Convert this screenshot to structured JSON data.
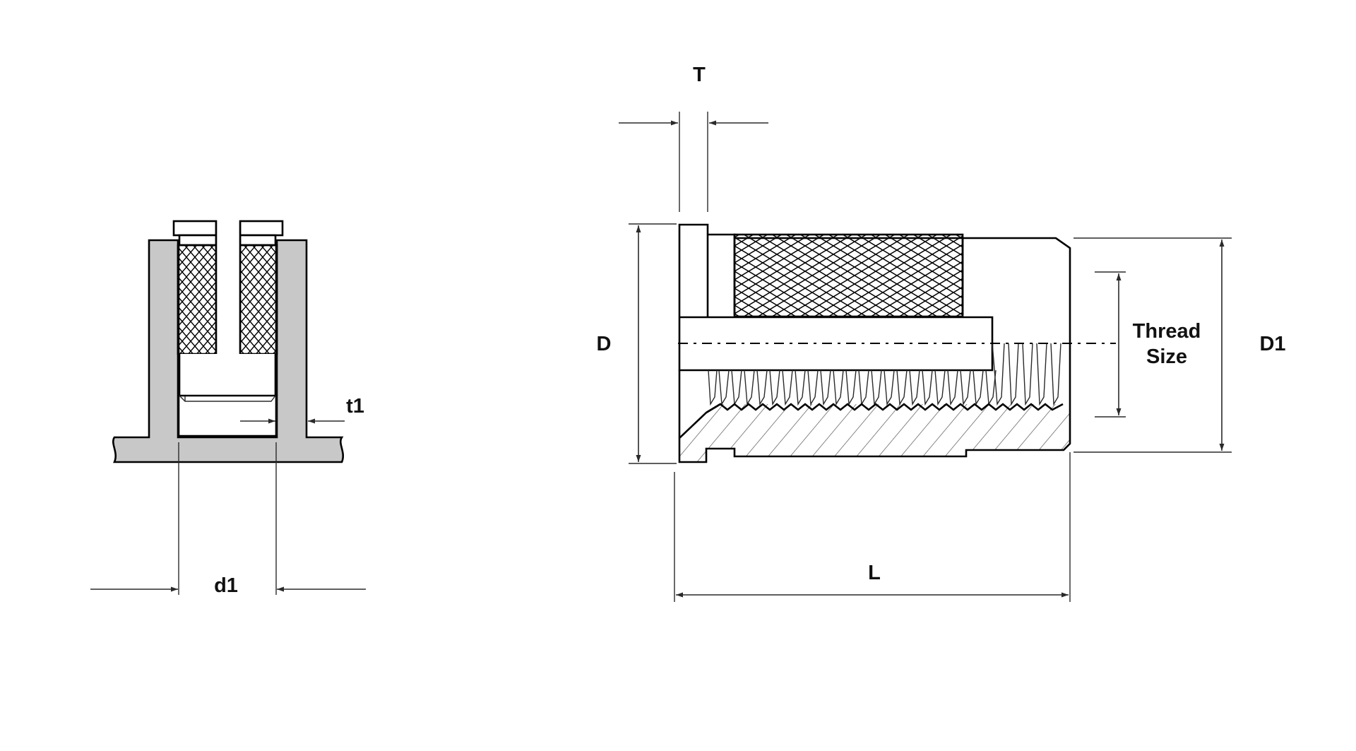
{
  "labels": {
    "d1": "d1",
    "t1": "t1",
    "T": "T",
    "D": "D",
    "D1": "D1",
    "L": "L",
    "thread_size_line1": "Thread",
    "thread_size_line2": "Size"
  },
  "colors": {
    "line": "#000000",
    "material_fill": "#c8c8c8",
    "background": "#ffffff",
    "hatch": "#555555"
  }
}
